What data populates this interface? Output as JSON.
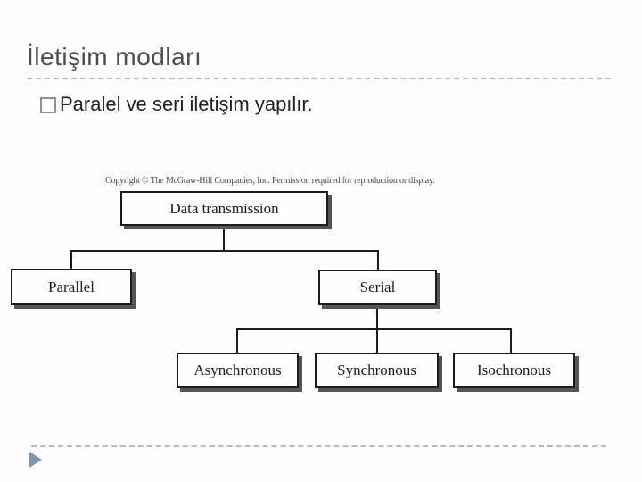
{
  "slide": {
    "title": "İletişim modları",
    "bullet": "Paralel ve seri iletişim yapılır."
  },
  "diagram": {
    "copyright": "Copyright © The McGraw-Hill Companies, Inc. Permission required for reproduction or display.",
    "nodes": {
      "root": "Data transmission",
      "parallel": "Parallel",
      "serial": "Serial",
      "asynchronous": "Asynchronous",
      "synchronous": "Synchronous",
      "isochronous": "Isochronous"
    },
    "structure": {
      "Data transmission": [
        "Parallel",
        "Serial"
      ],
      "Serial": [
        "Asynchronous",
        "Synchronous",
        "Isochronous"
      ]
    }
  },
  "icons": {
    "bullet": "square-outline-icon",
    "footer": "triangle-right-icon"
  },
  "colors": {
    "bg": "#fdfdfd",
    "title": "#4d4d4d",
    "body": "#212121",
    "bullet_outline": "#8a949c",
    "dashed": "#b4bcc2",
    "box_border": "#1c1c1c",
    "box_shadow": "#555555",
    "copyright": "#4a4a4a",
    "triangle": "#7e95b3"
  }
}
